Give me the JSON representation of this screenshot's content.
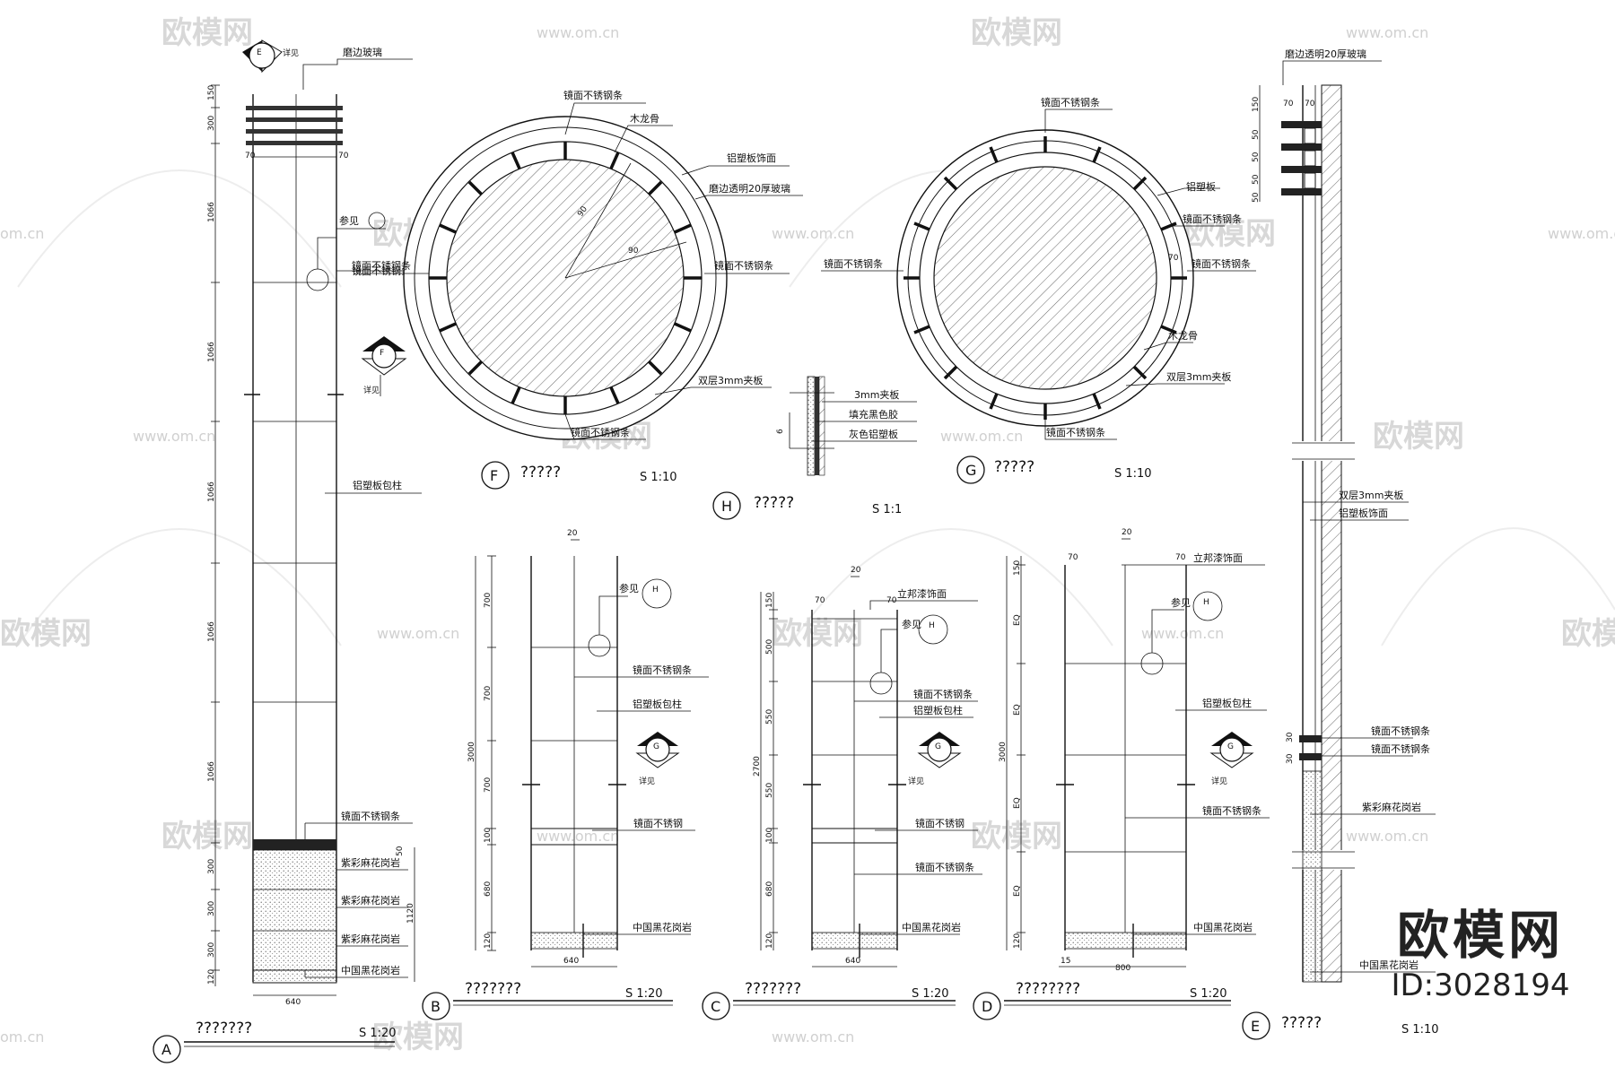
{
  "watermark": {
    "brand": "欧模网",
    "url": "www.om.cn",
    "url_short": "om.cn"
  },
  "brand_mark": {
    "name": "欧模网",
    "id": "ID:3028194"
  },
  "detail_titles": {
    "A": {
      "letter": "A",
      "title": "???????",
      "scale": "S 1:20"
    },
    "B": {
      "letter": "B",
      "title": "???????",
      "scale": "S 1:20"
    },
    "C": {
      "letter": "C",
      "title": "???????",
      "scale": "S 1:20"
    },
    "D": {
      "letter": "D",
      "title": "????????",
      "scale": "S 1:20"
    },
    "E": {
      "letter": "E",
      "title": "?????",
      "scale": "S 1:10"
    },
    "F": {
      "letter": "F",
      "title": "?????",
      "scale": "S 1:10"
    },
    "G": {
      "letter": "G",
      "title": "?????",
      "scale": "S 1:10"
    },
    "H": {
      "letter": "H",
      "title": "?????",
      "scale": "S 1:1"
    }
  },
  "labels": {
    "frosted_glass": "磨边玻璃",
    "see": "参见",
    "detail": "详见",
    "mirror_ss_strip": "镜面不锈钢条",
    "mirror_ss": "镜面不锈钢",
    "wood_keel": "木龙骨",
    "alu_plastic_face": "铝塑板饰面",
    "edge_glass_20": "磨边透明20厚玻璃",
    "alu_clad_column": "铝塑板包柱",
    "alu_plastic": "铝塑板",
    "double_3mm_board": "双层3mm夹板",
    "board_3mm": "3mm夹板",
    "black_glue": "填充黑色胶",
    "grey_plate": "灰色铝塑板",
    "purple_granite": "紫彩麻花岗岩",
    "black_granite": "中国黑花岗岩",
    "stand_edge": "立邦漆饰面"
  },
  "dims": {
    "d150": "150",
    "d300": "300",
    "d70": "70",
    "d1066": "1066",
    "d120": "120",
    "d1120": "1120",
    "d640": "640",
    "d700": "700",
    "d100": "100",
    "d680": "680",
    "d3000": "3000",
    "d20": "20",
    "d500": "500",
    "d550": "550",
    "d2700": "2700",
    "dEQ": "EQ",
    "d800": "800",
    "d15": "15",
    "d50": "50",
    "d30": "30",
    "d6": "6",
    "d90": "90"
  }
}
